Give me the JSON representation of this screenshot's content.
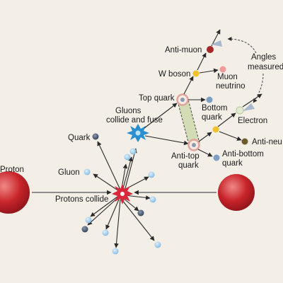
{
  "labels": {
    "proton": "Proton",
    "gluon": "Gluon",
    "quark": "Quark",
    "protons_collide": "Protons collide",
    "gluons_l1": "Gluons",
    "gluons_l2": "collide and fuse",
    "top_quark": "Top quark",
    "anti_top_l1": "Anti-top",
    "anti_top_l2": "quark",
    "w_boson": "W boson",
    "anti_muon": "Anti-muon",
    "muon_l1": "Muon",
    "muon_l2": "neutrino",
    "bottom_l1": "Bottom",
    "bottom_l2": "quark",
    "electron": "Electron",
    "anti_neu": "Anti-neu",
    "anti_bottom_l1": "Anti-bottom",
    "anti_bottom_l2": "quark",
    "angles_l1": "Angles",
    "angles_l2": "measured"
  },
  "colors": {
    "background": "#f3efe7",
    "proton": "#c8242b",
    "gluon_blue": "#8cc4ea",
    "quark_dark": "#3b4b63",
    "collision_red": "#d8283a",
    "fusion_blue": "#2a8fd1",
    "top_ring": "#e0a49a",
    "w_boson_yellow": "#f2c12e",
    "anti_muon_red": "#a6262a",
    "muon_neutrino_pink": "#f09b98",
    "bottom_blue": "#7f9ec4",
    "electron_green": "#e3ecd2",
    "anti_neutrino_olive": "#6b5a2a",
    "band_green": "#d4dcb6"
  }
}
